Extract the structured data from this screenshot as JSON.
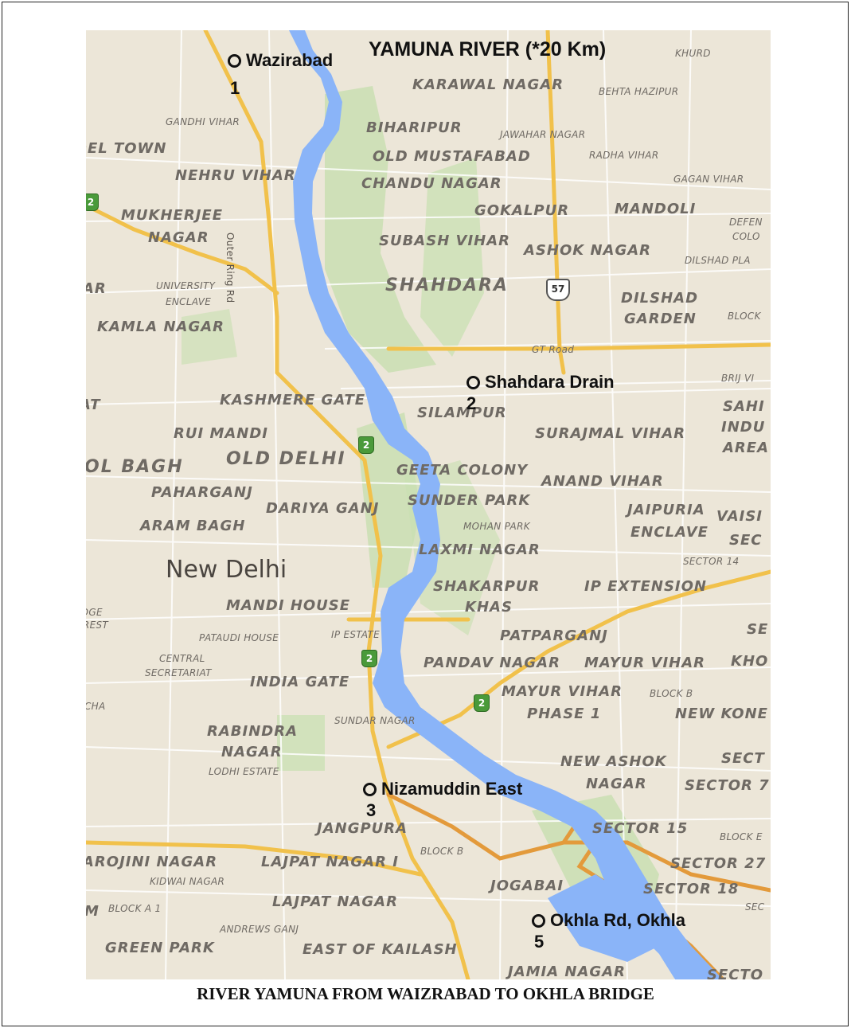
{
  "title": "YAMUNA RIVER (*20 Km)",
  "caption": "RIVER YAMUNA FROM WAIZRABAD  TO  OKHLA BRIDGE",
  "city": "New Delhi",
  "colors": {
    "river": "#8ab4f8",
    "land": "#ece6d8",
    "park": "#c8dfb0",
    "highway": "#f1c14b",
    "ring_road": "#e39a3b",
    "label": "#6f6a64"
  },
  "sampling_points": [
    {
      "number": "1",
      "name": "Wazirabad"
    },
    {
      "number": "2",
      "name": "Shahdara Drain"
    },
    {
      "number": "3",
      "name": "Nizamuddin East"
    },
    {
      "number": "5",
      "name": "Okhla Rd, Okhla"
    }
  ],
  "place_labels": {
    "khurd": "KHURD",
    "karawal_nagar": "KARAWAL NAGAR",
    "behta_hazipur": "BEHTA HAZIPUR",
    "gandhi_vihar": "GANDHI VIHAR",
    "biharipur": "BIHARIPUR",
    "jawahar_nagar": "JAWAHAR NAGAR",
    "model_town": "DEL TOWN",
    "old_mustafabad": "OLD MUSTAFABAD",
    "radha_vihar": "RADHA VIHAR",
    "nehru_vihar": "NEHRU VIHAR",
    "chandu_nagar": "CHANDU NAGAR",
    "gagan_vihar": "GAGAN VIHAR",
    "mukherjee": "MUKHERJEE",
    "nagar": "NAGAR",
    "gokalpur": "GOKALPUR",
    "mandoli": "MANDOLI",
    "defen": "DEFEN",
    "colo": "COLO",
    "subash_vihar": "SUBASH VIHAR",
    "ashok_nagar": "ASHOK NAGAR",
    "dilshad_pla": "DILSHAD PLA",
    "ar": "AR",
    "university": "UNIVERSITY",
    "enclave": "ENCLAVE",
    "shahdara": "SHAHDARA",
    "dilshad": "DILSHAD",
    "garden": "GARDEN",
    "block": "BLOCK",
    "kamla_nagar": "KAMLA NAGAR",
    "gt_road": "GT Road",
    "brij_vi": "BRIJ VI",
    "kashmere_gate": "KASHMERE GATE",
    "at": "AT",
    "silampur": "SILAMPUR",
    "sahi": "SAHI",
    "indu": "INDU",
    "area": "AREA",
    "rui_mandi": "RUI MANDI",
    "surajmal_vihar": "SURAJMAL VIHAR",
    "ol_bagh": "OL BAGH",
    "old_delhi": "OLD DELHI",
    "geeta_colony": "GEETA COLONY",
    "anand_vihar": "ANAND VIHAR",
    "paharganj": "PAHARGANJ",
    "dariya_ganj": "DARIYA GANJ",
    "sunder_park": "SUNDER PARK",
    "jaipuria": "JAIPURIA",
    "vaisl": "VAISI",
    "aram_bagh": "ARAM BAGH",
    "mohan_park": "MOHAN PARK",
    "enclave2": "ENCLAVE",
    "sec": "SEC",
    "laxmi_nagar": "LAXMI NAGAR",
    "sector_14": "SECTOR 14",
    "shakarpur": "SHAKARPUR",
    "ip_extension": "IP EXTENSION",
    "dge": "IDGE",
    "rest": "REST",
    "mandi_house": "MANDI HOUSE",
    "khas": "KHAS",
    "se": "SE",
    "pataudi_house": "PATAUDI HOUSE",
    "ip_estate": "IP ESTATE",
    "patparganj": "PATPARGANJ",
    "central": "CENTRAL",
    "secretariat": "SECRETARIAT",
    "pandav_nagar": "PANDAV NAGAR",
    "mayur_vihar": "MAYUR VIHAR",
    "kho": "KHO",
    "india_gate": "INDIA GATE",
    "cha": "CHA",
    "mayur_vihar2": "MAYUR VIHAR",
    "phase_1": "PHASE 1",
    "block_b": "BLOCK B",
    "new_kond": "NEW KONE",
    "sundar_nagar": "SUNDAR NAGAR",
    "rabindra": "RABINDRA",
    "nagar2": "NAGAR",
    "new_ashok": "NEW ASHOK",
    "sect": "SECT",
    "lodhi_estate": "LODHI ESTATE",
    "nagar3": "NAGAR",
    "sector_7": "SECTOR 7",
    "jangpura": "JANGPURA",
    "sector_15": "SECTOR 15",
    "block_b2": "BLOCK B",
    "block_e": "BLOCK E",
    "sarojini_nagar": "AROJINI NAGAR",
    "lajpat_nagar_1": "LAJPAT NAGAR I",
    "sector_27": "SECTOR 27",
    "kidwai_nagar": "KIDWAI NAGAR",
    "jogabai": "JOGABAI",
    "sector_18": "SECTOR 18",
    "m": "M",
    "block_a1": "BLOCK A 1",
    "lajpat_nagar": "LAJPAT NAGAR",
    "sec2": "SEC",
    "andrews_ganj": "ANDREWS GANJ",
    "green_park": "GREEN PARK",
    "east_of_kailash": "EAST OF KAILASH",
    "jamia_nagar": "JAMIA NAGAR",
    "secto": "SECTO",
    "outer_ring_rd": "Outer Ring Rd"
  },
  "shields": {
    "nh2": "2",
    "nh57": "57"
  }
}
